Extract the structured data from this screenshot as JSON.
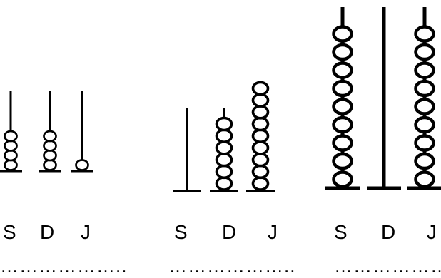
{
  "exercises": [
    {
      "rods": [
        {
          "label": "S",
          "beads": 4
        },
        {
          "label": "D",
          "beads": 4
        },
        {
          "label": "J",
          "beads": 1
        }
      ],
      "answer_blank": "……………….."
    },
    {
      "rods": [
        {
          "label": "S",
          "beads": 0
        },
        {
          "label": "D",
          "beads": 6
        },
        {
          "label": "J",
          "beads": 9
        }
      ],
      "answer_blank": "……………….."
    },
    {
      "rods": [
        {
          "label": "S",
          "beads": 9
        },
        {
          "label": "D",
          "beads": 0
        },
        {
          "label": "J",
          "beads": 9
        }
      ],
      "answer_blank": "……………….."
    }
  ]
}
